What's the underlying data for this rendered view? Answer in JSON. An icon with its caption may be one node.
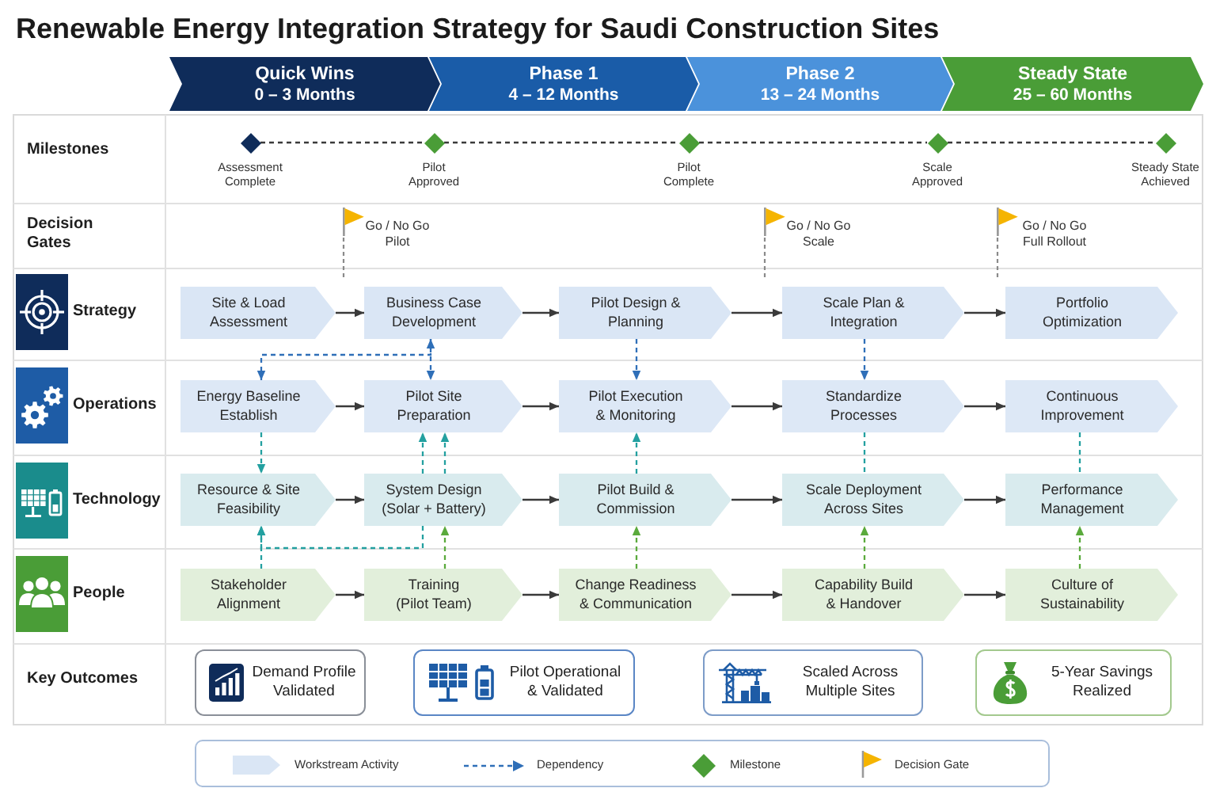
{
  "diagram": {
    "title": "Renewable Energy Integration Strategy for Saudi Construction Sites",
    "nodes": [
      {
        "text": [
          "Quick Wins",
          "0 – 3 Months"
        ]
      },
      {
        "text": [
          "Phase 1",
          "4 – 12 Months"
        ]
      },
      {
        "text": [
          "Phase 2",
          "13 – 24 Months"
        ]
      },
      {
        "text": [
          "Steady State",
          "25 – 60 Months"
        ]
      },
      {
        "text": [],
        "shape": "diamond",
        "beside": [
          "Assessment Complete"
        ]
      },
      {
        "text": [],
        "shape": "diamond",
        "beside": [
          "Pilot Approved"
        ]
      },
      {
        "text": [],
        "shape": "diamond",
        "beside": [
          "Pilot Complete"
        ]
      },
      {
        "text": [],
        "shape": "diamond",
        "beside": [
          "Scale Approved"
        ]
      },
      {
        "text": [],
        "shape": "diamond",
        "beside": [
          "Steady State Achieved"
        ]
      },
      {
        "text": [
          "Site & Load Assessment"
        ]
      },
      {
        "text": [
          "Business Case Development"
        ]
      },
      {
        "text": [
          "Pilot Design & Planning"
        ]
      },
      {
        "text": [
          "Scale Plan & Integration"
        ]
      },
      {
        "text": [
          "Portfolio Optimization"
        ]
      },
      {
        "text": [
          "Energy Baseline Establish"
        ]
      },
      {
        "text": [
          "Pilot Site Preparation"
        ]
      },
      {
        "text": [
          "Pilot Execution & Monitoring"
        ]
      },
      {
        "text": [
          "Standardize Processes"
        ]
      },
      {
        "text": [
          "Continuous Improvement"
        ]
      },
      {
        "text": [
          "Resource & Site Feasibility"
        ]
      },
      {
        "text": [
          "System Design (Solar + Battery)"
        ]
      },
      {
        "text": [
          "Pilot Build & Commission"
        ]
      },
      {
        "text": [
          "Scale Deployment Across Sites"
        ]
      },
      {
        "text": [
          "Performance Management"
        ]
      },
      {
        "text": [
          "Stakeholder Alignment"
        ]
      },
      {
        "text": [
          "Training (Pilot Team)"
        ]
      },
      {
        "text": [
          "Change Readiness & Communication"
        ]
      },
      {
        "text": [
          "Capability Build & Handover"
        ]
      },
      {
        "text": [
          "Culture of Sustainability"
        ]
      },
      {
        "text": [
          "Demand Profile Validated"
        ]
      },
      {
        "text": [
          "Pilot Operational & Validated"
        ]
      },
      {
        "text": [
          "Scaled Across Multiple Sites"
        ]
      },
      {
        "text": [
          "5-Year Savings Realized"
        ]
      }
    ],
    "edges": [
      {
        "from": 4,
        "to": 5,
        "arrow": "none",
        "style": "dashed"
      },
      {
        "from": 5,
        "to": 6,
        "arrow": "none",
        "style": "dashed"
      },
      {
        "from": 6,
        "to": 7,
        "arrow": "none",
        "style": "dashed"
      },
      {
        "from": 7,
        "to": 8,
        "arrow": "none",
        "style": "dashed"
      },
      {
        "from": 9,
        "to": 10,
        "arrow": "to"
      },
      {
        "from": 10,
        "to": 11,
        "arrow": "to"
      },
      {
        "from": 11,
        "to": 12,
        "arrow": "to"
      },
      {
        "from": 12,
        "to": 13,
        "arrow": "to"
      },
      {
        "from": 14,
        "to": 15,
        "arrow": "to"
      },
      {
        "from": 15,
        "to": 16,
        "arrow": "to"
      },
      {
        "from": 16,
        "to": 17,
        "arrow": "to"
      },
      {
        "from": 17,
        "to": 18,
        "arrow": "to"
      },
      {
        "from": 19,
        "to": 20,
        "arrow": "to"
      },
      {
        "from": 20,
        "to": 21,
        "arrow": "to"
      },
      {
        "from": 21,
        "to": 22,
        "arrow": "to"
      },
      {
        "from": 22,
        "to": 23,
        "arrow": "to"
      },
      {
        "from": 24,
        "to": 25,
        "arrow": "to"
      },
      {
        "from": 25,
        "to": 26,
        "arrow": "to"
      },
      {
        "from": 26,
        "to": 27,
        "arrow": "to"
      },
      {
        "from": 27,
        "to": 28,
        "arrow": "to"
      },
      {
        "from": 14,
        "to": 10,
        "arrow": "both",
        "style": "dashed",
        "color": "#2f6fb8"
      },
      {
        "from": 10,
        "to": 15,
        "arrow": "to",
        "style": "dashed",
        "color": "#2f6fb8"
      },
      {
        "from": 11,
        "to": 16,
        "arrow": "to",
        "style": "dashed",
        "color": "#2f6fb8"
      },
      {
        "from": 12,
        "to": 17,
        "arrow": "to",
        "style": "dashed",
        "color": "#2f6fb8"
      },
      {
        "from": 14,
        "to": 19,
        "arrow": "to",
        "style": "dashed",
        "color": "#23a0a0"
      },
      {
        "from": 20,
        "to": 15,
        "arrow": "to",
        "style": "dashed",
        "color": "#23a0a0"
      },
      {
        "from": 20,
        "to": 15,
        "arrow": "to",
        "style": "dashed",
        "color": "#23a0a0"
      },
      {
        "from": 21,
        "to": 16,
        "arrow": "to",
        "style": "dashed",
        "color": "#23a0a0"
      },
      {
        "from": 17,
        "to": 22,
        "arrow": "none",
        "style": "dashed",
        "color": "#23a0a0"
      },
      {
        "from": 18,
        "to": 23,
        "arrow": "none",
        "style": "dashed",
        "color": "#23a0a0"
      },
      {
        "from": 24,
        "to": 19,
        "arrow": "to",
        "style": "dashed",
        "color": "#23a0a0"
      },
      {
        "from": 20,
        "to": 19,
        "arrow": "to",
        "style": "dashed",
        "color": "#23a0a0"
      },
      {
        "from": 25,
        "to": 20,
        "arrow": "to",
        "style": "dashed",
        "color": "#5aaa3c"
      },
      {
        "from": 26,
        "to": 21,
        "arrow": "to",
        "style": "dashed",
        "color": "#5aaa3c"
      },
      {
        "from": 27,
        "to": 22,
        "arrow": "to",
        "style": "dashed",
        "color": "#5aaa3c"
      },
      {
        "from": 28,
        "to": 23,
        "arrow": "to",
        "style": "dashed",
        "color": "#5aaa3c"
      }
    ],
    "labels": [
      "Milestones",
      "Decision Gates",
      "Go / No Go Pilot",
      "Go / No Go Scale",
      "Go / No Go Full Rollout",
      "Strategy",
      "Operations",
      "Technology",
      "People",
      "Key Outcomes"
    ],
    "legend": [
      {
        "text": "Workstream Activity"
      },
      {
        "text": "Dependency"
      },
      {
        "text": "Milestone"
      },
      {
        "text": "Decision Gate"
      }
    ]
  }
}
